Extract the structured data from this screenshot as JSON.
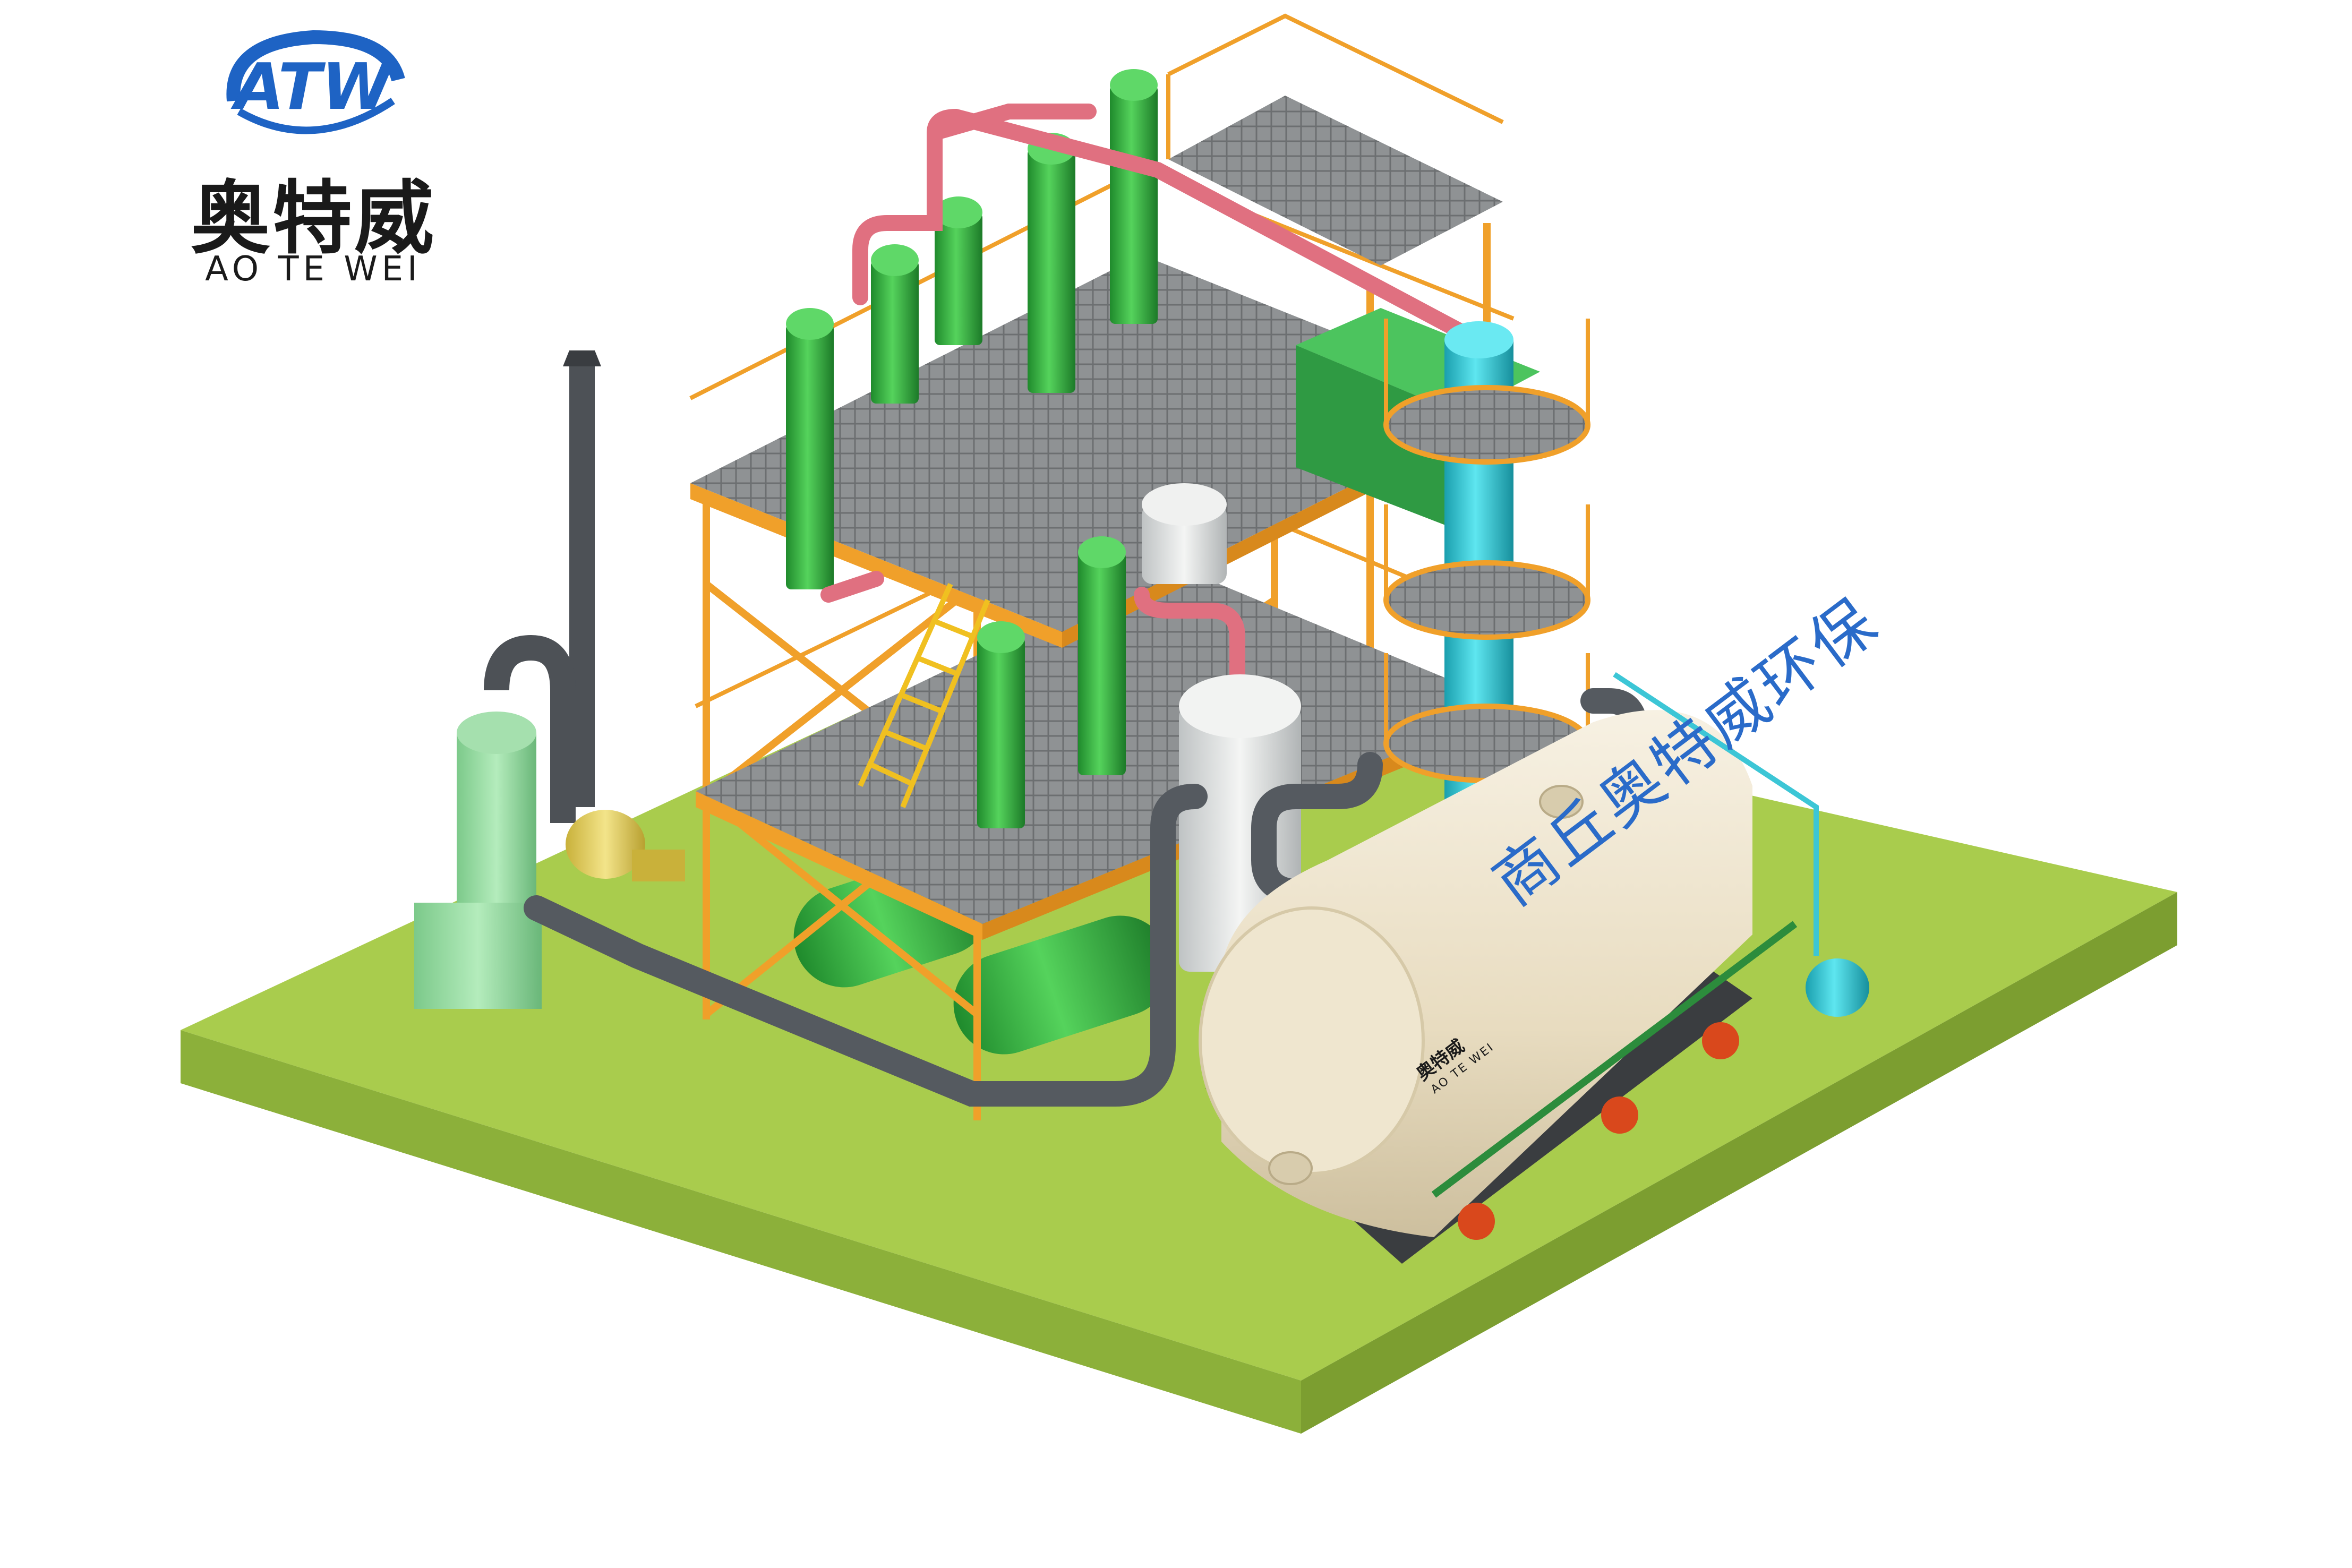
{
  "logo": {
    "mark": "ATW",
    "name_cn": "奥特威",
    "name_en": "AO TE WEI"
  },
  "tank": {
    "label": "商丘奥特威环保",
    "badge_cn": "奥特威",
    "badge_en": "AO TE WEI"
  },
  "colors": {
    "ground": "#a6c94a",
    "platform": "#8c8c8c",
    "frame": "#f0a02a",
    "vessel_green": "#3cb84a",
    "pipe_pink": "#e07080",
    "column_cyan": "#2ec8d8",
    "reactor": "#ede4cf",
    "pipe_dark": "#555a60",
    "logo_blue": "#1e63c4"
  }
}
